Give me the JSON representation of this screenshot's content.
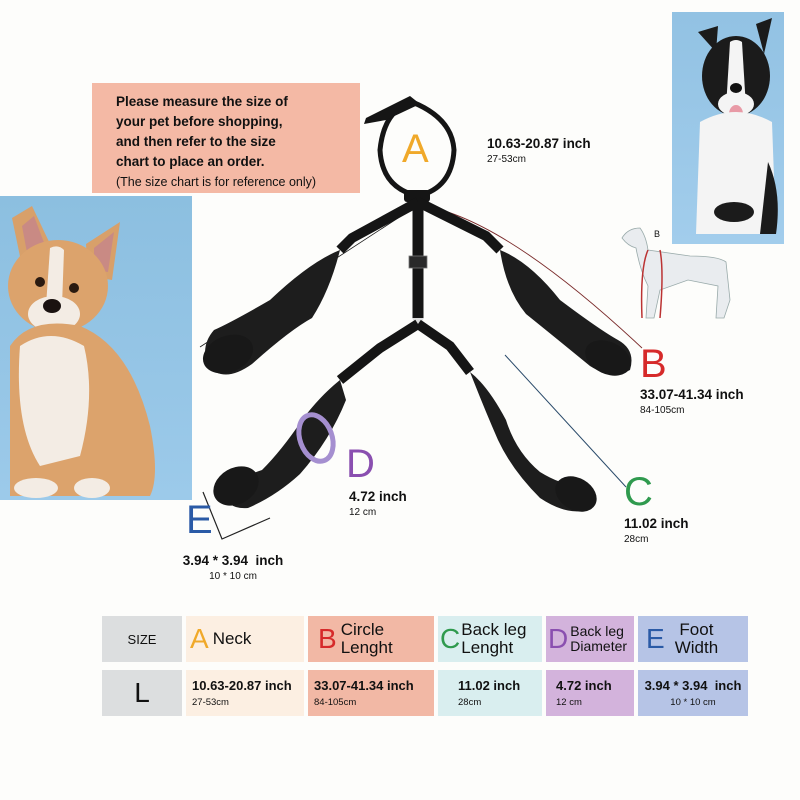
{
  "note": {
    "lines": [
      "Please measure the size of",
      "your pet before shopping,",
      "and then refer to the size",
      "chart to place an order."
    ],
    "disclaimer": "(The size chart is for reference only)"
  },
  "colors": {
    "A": "#f0a92a",
    "B": "#d62a2a",
    "C": "#2f9a4e",
    "D": "#8a4fb0",
    "E": "#2a5aa6",
    "note_bg": "#f4b9a5",
    "line_B": "#7a2a2a",
    "line_C": "#2a4a6a"
  },
  "measurements": {
    "A": {
      "letter": "A",
      "inch": "10.63-20.87 inch",
      "cm": "27-53cm"
    },
    "B": {
      "letter": "B",
      "inch": "33.07-41.34 inch",
      "cm": "84-105cm"
    },
    "C": {
      "letter": "C",
      "inch": "11.02 inch",
      "cm": "28cm"
    },
    "D": {
      "letter": "D",
      "inch": "4.72 inch",
      "cm": "12 cm"
    },
    "E": {
      "letter": "E",
      "inch": "3.94 * 3.94  inch",
      "cm": "10 * 10 cm"
    }
  },
  "dog_diagram": {
    "label": "B"
  },
  "table": {
    "size_header": "SIZE",
    "columns": [
      {
        "letter": "A",
        "label_lines": [
          "Neck"
        ]
      },
      {
        "letter": "B",
        "label_lines": [
          "Circle",
          "Lenght"
        ]
      },
      {
        "letter": "C",
        "label_lines": [
          "Back leg",
          "Lenght"
        ]
      },
      {
        "letter": "D",
        "label_lines": [
          "Back leg",
          "Diameter"
        ]
      },
      {
        "letter": "E",
        "label_lines": [
          "Foot",
          "Width"
        ]
      }
    ],
    "rows": [
      {
        "size": "L",
        "values": [
          {
            "inch": "10.63-20.87 inch",
            "cm": "27-53cm"
          },
          {
            "inch": "33.07-41.34 inch",
            "cm": "84-105cm"
          },
          {
            "inch": "11.02 inch",
            "cm": "28cm"
          },
          {
            "inch": "4.72 inch",
            "cm": "12 cm"
          },
          {
            "inch": "3.94 * 3.94  inch",
            "cm": "10 * 10 cm"
          }
        ]
      }
    ]
  }
}
